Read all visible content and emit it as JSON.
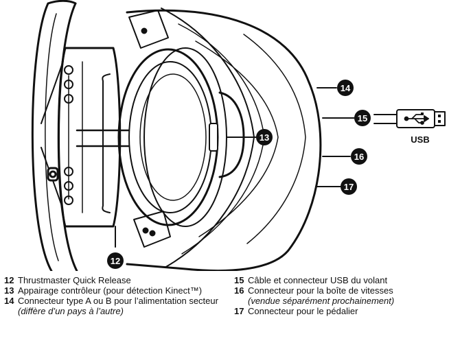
{
  "figure": {
    "usb_label": "USB",
    "callouts": [
      "12",
      "13",
      "14",
      "15",
      "16",
      "17"
    ]
  },
  "legend_left": [
    {
      "num": "12",
      "text": "Thrustmaster Quick Release",
      "note": ""
    },
    {
      "num": "13",
      "text": "Appairage contrôleur (pour détection Kinect™)",
      "note": ""
    },
    {
      "num": "14",
      "text": "Connecteur type A ou B pour l’alimentation secteur",
      "note": "(diffère d’un pays à l’autre)"
    }
  ],
  "legend_right": [
    {
      "num": "15",
      "text": "Câble et connecteur USB du volant",
      "note": ""
    },
    {
      "num": "16",
      "text": "Connecteur pour la boîte de vitesses",
      "note": "(vendue séparément prochainement)"
    },
    {
      "num": "17",
      "text": "Connecteur pour le pédalier",
      "note": ""
    }
  ]
}
